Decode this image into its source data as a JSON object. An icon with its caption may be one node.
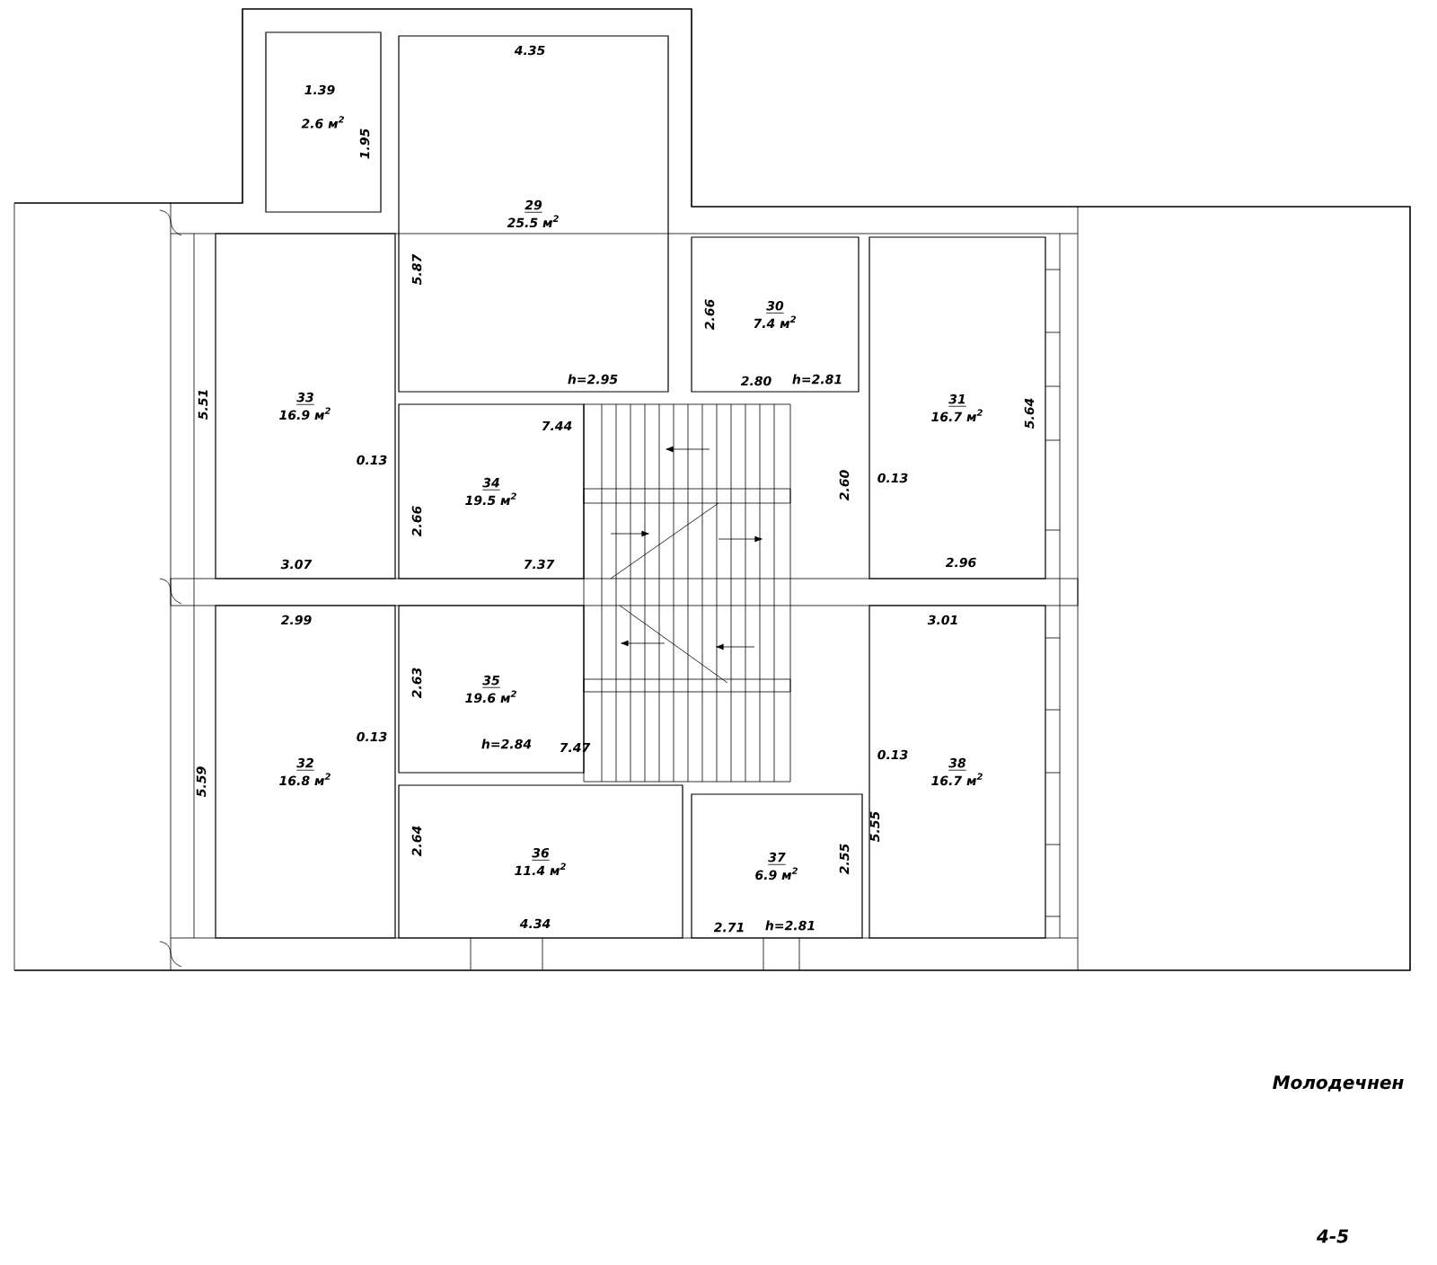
{
  "diagram": {
    "nodes": [
      {
        "text": [
          "2.6 м$^{2}$"
        ]
      },
      {
        "text": [
          "29",
          "25.5 м$^{2}$"
        ]
      },
      {
        "text": [
          "33",
          "16.9 м$^{2}$"
        ]
      },
      {
        "text": [
          "30",
          "7.4 м$^{2}$"
        ]
      },
      {
        "text": [
          "31",
          "16.7 м$^{2}$"
        ]
      },
      {
        "text": [
          "34",
          "19.5 м$^{2}$"
        ]
      },
      {
        "text": [
          "32",
          "16.8 м$^{2}$"
        ]
      },
      {
        "text": [
          "35",
          "19.6 м$^{2}$"
        ]
      },
      {
        "text": [
          "38",
          "16.7 м$^{2}$"
        ]
      },
      {
        "text": [
          "36",
          "11.4 м$^{2}$"
        ]
      },
      {
        "text": [
          "37",
          "6.9 м$^{2}$"
        ]
      }
    ],
    "edges": [],
    "labels": [
      "1.39",
      "4.35",
      "1.95",
      "5.87",
      "2.66",
      "h=2.95",
      "2.80",
      "h=2.81",
      "5.51",
      "7.44",
      "0.13",
      "2.66",
      "5.64",
      "2.60",
      "0.13",
      "3.07",
      "7.37",
      "2.96",
      "2.99",
      "3.01",
      "2.63",
      "0.13",
      "h=2.84",
      "7.47",
      "5.59",
      "0.13",
      "5.55",
      "2.64",
      "2.55",
      "4.34",
      "2.71",
      "h=2.81",
      "Молодечнен",
      "4-5"
    ]
  }
}
